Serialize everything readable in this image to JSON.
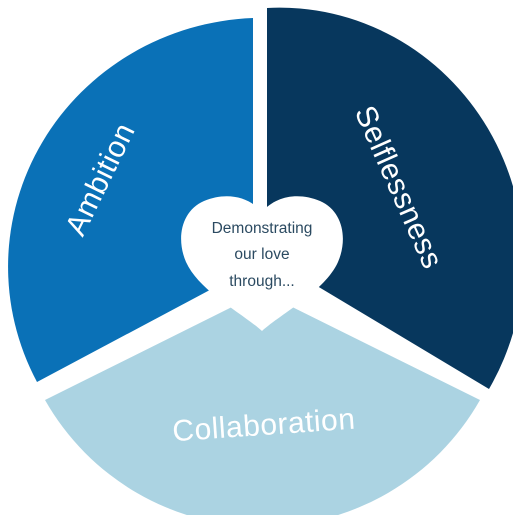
{
  "diagram": {
    "segments": [
      {
        "label": "Ambition",
        "color": "#0a71b7"
      },
      {
        "label": "Selflessness",
        "color": "#07375d"
      },
      {
        "label": "Collaboration",
        "color": "#abd3e2"
      }
    ],
    "center": {
      "lines": [
        "Demonstrating",
        "our love",
        "through..."
      ],
      "fill": "#ffffff"
    }
  }
}
